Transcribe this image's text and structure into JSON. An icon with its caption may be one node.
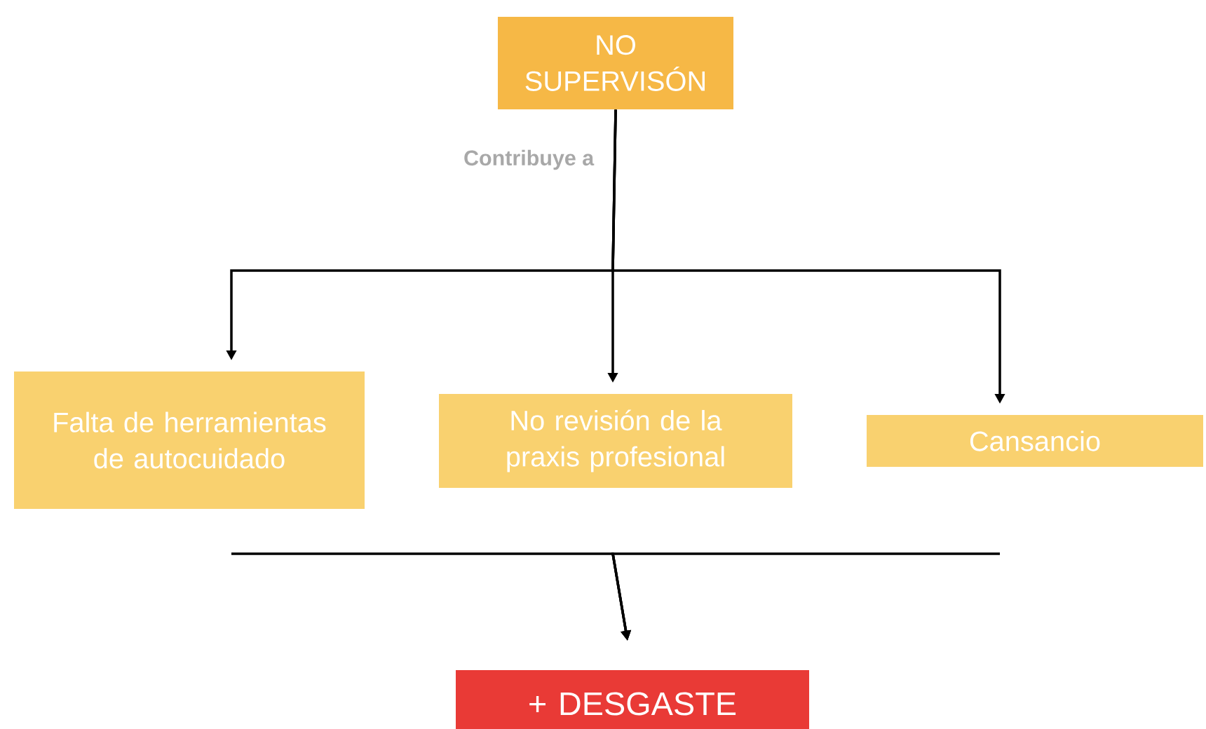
{
  "diagram": {
    "nodes": [
      {
        "text": [
          "NO SUPERVISÓN"
        ]
      },
      {
        "text": [
          "Falta de herramientas de autocuidado"
        ]
      },
      {
        "text": [
          "No revisión de la praxis profesional"
        ]
      },
      {
        "text": [
          "Cansancio"
        ]
      },
      {
        "text": [
          "+ DESGASTE"
        ]
      }
    ],
    "edges": [
      {
        "from": 0,
        "to": 1,
        "arrow": "to"
      },
      {
        "from": 0,
        "to": 2,
        "arrow": "to",
        "label": "Contribuye a"
      },
      {
        "from": 0,
        "to": 3,
        "arrow": "to"
      },
      {
        "from": 1,
        "to": 4,
        "arrow": "to"
      },
      {
        "from": 2,
        "to": 4,
        "arrow": "to"
      },
      {
        "from": 3,
        "to": 4,
        "arrow": "to"
      }
    ]
  }
}
